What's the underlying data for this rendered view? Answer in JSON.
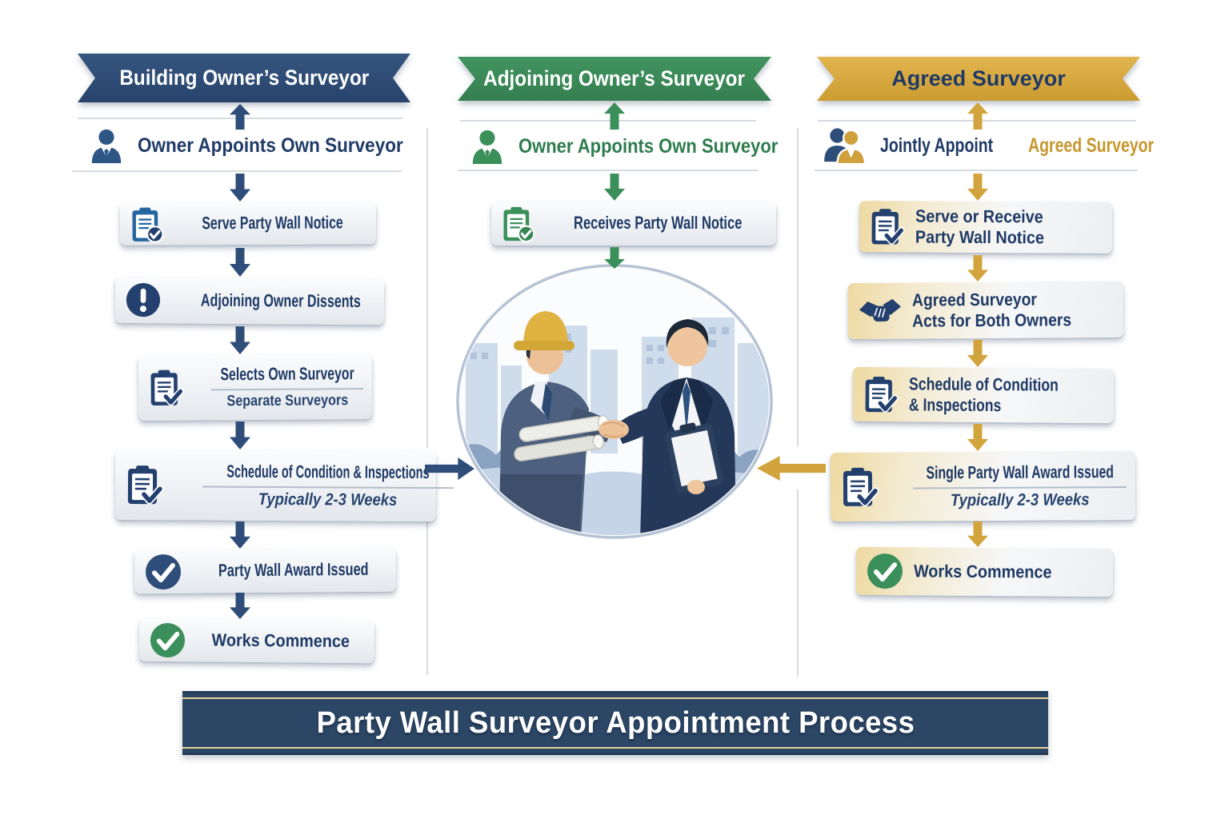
{
  "page": {
    "background": "#ffffff",
    "footer_title": "Party Wall Surveyor Appointment Process"
  },
  "colors": {
    "navy": "#2e4d79",
    "navy_text": "#1f3a66",
    "green": "#3b8f5b",
    "gold": "#d2a43d",
    "box_background": "#eef1f4",
    "gold_tint": "#eed9a0"
  },
  "icons": [
    "person-icon",
    "two-person-icon",
    "clipboard-check-icon",
    "exclamation-icon",
    "check-circle-icon",
    "handshake-icon",
    "arrow-up-icon",
    "arrow-down-icon",
    "arrow-right-icon",
    "arrow-left-icon"
  ],
  "columns": {
    "building": {
      "banner": "Building Owner’s Surveyor",
      "appoint_label": "Owner Appoints Own Surveyor",
      "steps": {
        "serve_notice": {
          "title": "Serve Party Wall Notice"
        },
        "dissents": {
          "title": "Adjoining Owner Dissents"
        },
        "selects": {
          "title": "Selects Own Surveyor",
          "sub": "Separate Surveyors"
        },
        "schedule": {
          "title": "Schedule of Condition & Inspections",
          "sub": "Typically 2-3 Weeks"
        },
        "award": {
          "title": "Party Wall Award Issued"
        },
        "works": {
          "title": "Works Commence"
        }
      }
    },
    "adjoining": {
      "banner": "Adjoining Owner’s Surveyor",
      "appoint_label": "Owner Appoints Own Surveyor",
      "steps": {
        "receives_notice": {
          "title": "Receives Party Wall Notice"
        }
      }
    },
    "agreed": {
      "banner": "Agreed Surveyor",
      "appoint_prefix": "Jointly Appoint",
      "appoint_highlight": "Agreed Surveyor",
      "steps": {
        "serve_receive": {
          "line1": "Serve or Receive",
          "line2": "Party Wall Notice"
        },
        "acts": {
          "line1": "Agreed Surveyor",
          "line2": "Acts for Both Owners"
        },
        "schedule": {
          "line1": "Schedule of Condition",
          "line2": "& Inspections"
        },
        "award": {
          "title": "Single Party Wall Award Issued",
          "sub": "Typically 2-3 Weeks"
        },
        "works": {
          "title": "Works Commence"
        }
      }
    }
  },
  "illustration": {
    "alt": "Building owner wearing hard hat holding blueprints shaking hands with surveyor in suit holding clipboard, city skyline backdrop"
  }
}
